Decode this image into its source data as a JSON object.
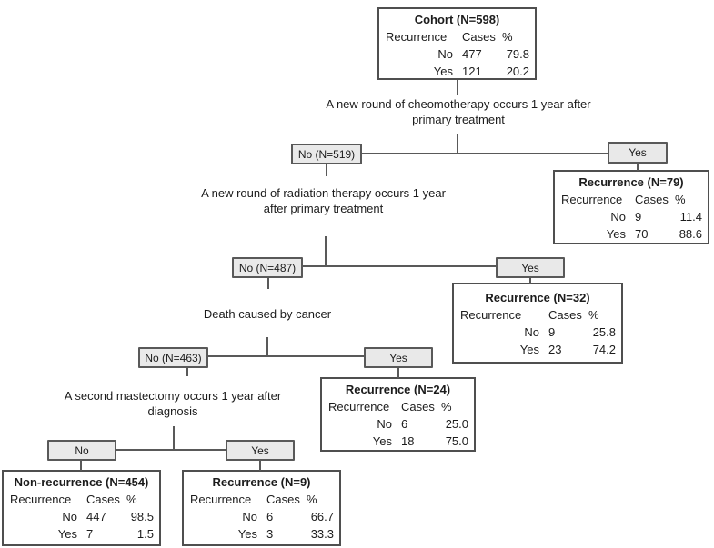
{
  "table_headers": {
    "col1": "Recurrence",
    "col2": "Cases",
    "col3": "%"
  },
  "questions": {
    "q1": "A new round of cheomotherapy occurs 1 year after primary treatment",
    "q2": "A new round of radiation therapy occurs 1 year after primary treatment",
    "q3": "Death caused by cancer",
    "q4": "A second mastectomy occurs 1 year after diagnosis"
  },
  "decisions": {
    "level1": {
      "no": "No (N=519)",
      "yes": "Yes"
    },
    "level2": {
      "no": "No (N=487)",
      "yes": "Yes"
    },
    "level3": {
      "no": "No (N=463)",
      "yes": "Yes"
    },
    "level4": {
      "no": "No",
      "yes": "Yes"
    }
  },
  "boxes": {
    "cohort": {
      "title": "Cohort (N=598)",
      "rows": [
        {
          "label": "No",
          "cases": "477",
          "pct": "79.8"
        },
        {
          "label": "Yes",
          "cases": "121",
          "pct": "20.2"
        }
      ]
    },
    "recurrence79": {
      "title": "Recurrence (N=79)",
      "rows": [
        {
          "label": "No",
          "cases": "9",
          "pct": "11.4"
        },
        {
          "label": "Yes",
          "cases": "70",
          "pct": "88.6"
        }
      ]
    },
    "recurrence32": {
      "title": "Recurrence (N=32)",
      "rows": [
        {
          "label": "No",
          "cases": "9",
          "pct": "25.8"
        },
        {
          "label": "Yes",
          "cases": "23",
          "pct": "74.2"
        }
      ]
    },
    "recurrence24": {
      "title": "Recurrence (N=24)",
      "rows": [
        {
          "label": "No",
          "cases": "6",
          "pct": "25.0"
        },
        {
          "label": "Yes",
          "cases": "18",
          "pct": "75.0"
        }
      ]
    },
    "nonrecurrence454": {
      "title": "Non-recurrence (N=454)",
      "rows": [
        {
          "label": "No",
          "cases": "447",
          "pct": "98.5"
        },
        {
          "label": "Yes",
          "cases": "7",
          "pct": "1.5"
        }
      ]
    },
    "recurrence9": {
      "title": "Recurrence (N=9)",
      "rows": [
        {
          "label": "No",
          "cases": "6",
          "pct": "66.7"
        },
        {
          "label": "Yes",
          "cases": "3",
          "pct": "33.3"
        }
      ]
    }
  },
  "colors": {
    "background": "#ffffff",
    "box_fill": "#ffffff",
    "decision_fill": "#e9e9e9",
    "border": "#4f4f4f",
    "line": "#595959",
    "text": "#1c1c1c"
  }
}
